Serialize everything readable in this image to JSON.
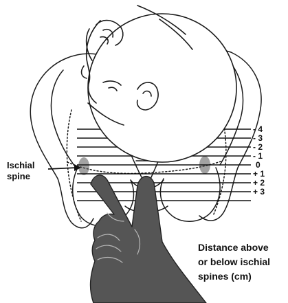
{
  "figure": {
    "spine_label_line1": "Ischial",
    "spine_label_line2": "spine",
    "caption_line1": "Distance above",
    "caption_line2": "or below ischial",
    "caption_line3": "spines (cm)",
    "stations": [
      "- 4",
      "- 3",
      "- 2",
      "- 1",
      "0",
      "+ 1",
      "+ 2",
      "+ 3"
    ]
  }
}
